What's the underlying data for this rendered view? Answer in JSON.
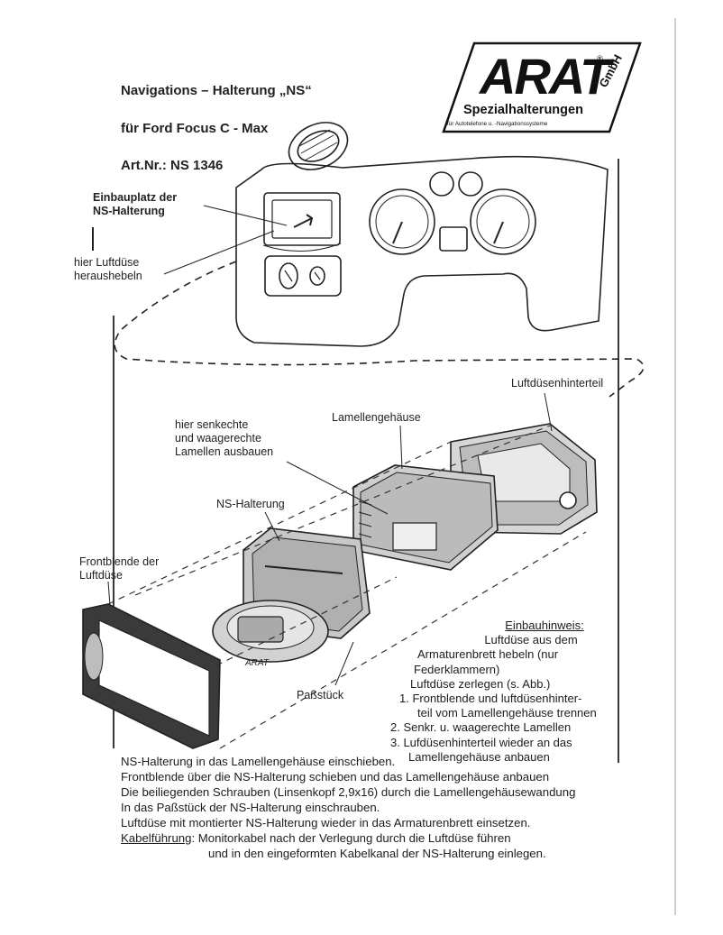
{
  "header": {
    "title": "Navigations – Halterung „NS“",
    "vehicle": "für Ford Focus C - Max",
    "article": "Art.Nr.:  NS  1346"
  },
  "logo": {
    "brand": "ARAT",
    "suffix": "GmbH",
    "registered": "®",
    "tagline": "Spezialhalterungen",
    "subtagline": "für Autotelefone u. -Navigationssysteme"
  },
  "labels": {
    "install_place": [
      "Einbauplatz der",
      "NS-Halterung"
    ],
    "remove_vent": [
      "hier Luftdüse",
      "heraushebeln"
    ],
    "vent_rear": "Luftdüsenhinterteil",
    "lamella_housing": "Lamellengehäuse",
    "remove_lamellae": [
      "hier senkechte",
      "und waagerechte",
      "Lamellen ausbauen"
    ],
    "ns_holder": "NS-Halterung",
    "front_panel": [
      "Frontblende der",
      "Luftdüse"
    ],
    "fitting": "Paßstück",
    "part_stamp": "ARAT"
  },
  "install_notes": {
    "heading": "Einbauhinweis:",
    "lines": [
      "Luftdüse aus dem",
      "Armaturenbrett hebeln (nur",
      "Federklammern)",
      "Luftdüse zerlegen (s. Abb.)"
    ],
    "steps": [
      "1. Frontblende und luftdüsenhinter-",
      "teil vom Lamellengehäuse trennen",
      "2. Senkr. u. waagerechte Lamellen",
      "3.  Lufdüsenhinterteil wieder an das",
      "Lamellengehäuse anbauen"
    ]
  },
  "instructions": {
    "lines": [
      "NS-Halterung in das Lamellengehäuse einschieben.",
      "Frontblende über die NS-Halterung schieben und das Lamellengehäuse anbauen",
      "Die beiliegenden Schrauben (Linsenkopf 2,9x16) durch die Lamellengehäusewandung",
      "In das Paßstück der NS-Halterung einschrauben.",
      "Luftdüse mit montierter NS-Halterung wieder in das Armaturenbrett einsetzen."
    ],
    "cable_label": "Kabelführung",
    "cable_lines": [
      ": Monitorkabel nach der Verlegung durch die Luftdüse führen",
      "und in den eingeformten Kabelkanal der NS-Halterung einlegen."
    ]
  }
}
